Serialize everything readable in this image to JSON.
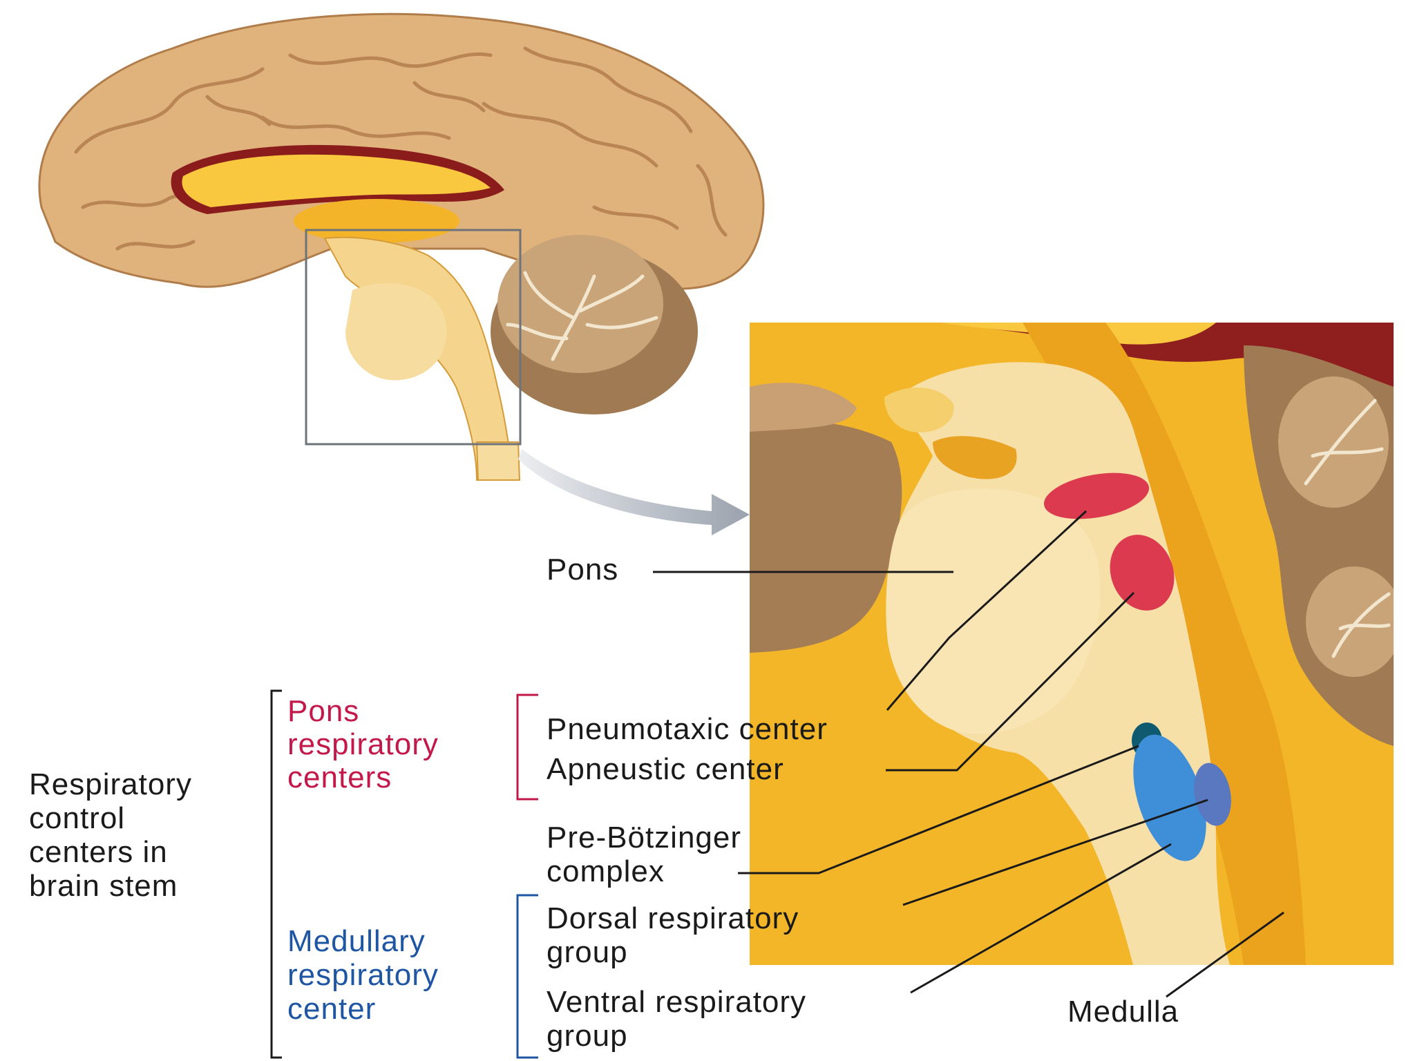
{
  "labels": {
    "pons": "Pons",
    "medulla": "Medulla",
    "pneumotaxic": "Pneumotaxic center",
    "apneustic": "Apneustic center",
    "pre_botzinger": [
      "Pre-Bötzinger",
      "complex"
    ],
    "dorsal": [
      "Dorsal respiratory",
      "group"
    ],
    "ventral": [
      "Ventral respiratory",
      "group"
    ]
  },
  "groups": {
    "main": [
      "Respiratory",
      "control",
      "centers in",
      "brain stem"
    ],
    "pons_centers": [
      "Pons",
      "respiratory",
      "centers"
    ],
    "medullary_center": [
      "Medullary",
      "respiratory",
      "center"
    ]
  },
  "colors": {
    "pons_category": "#c2184a",
    "medullary_category": "#1f56a3",
    "pneumotaxic_center": "#dc3a4e",
    "apneustic_center": "#dc3a4e",
    "pre_botzinger_complex": "#0f5a6e",
    "dorsal_respiratory_group": "#5a78c0",
    "ventral_respiratory_group": "#3f8ed8"
  }
}
